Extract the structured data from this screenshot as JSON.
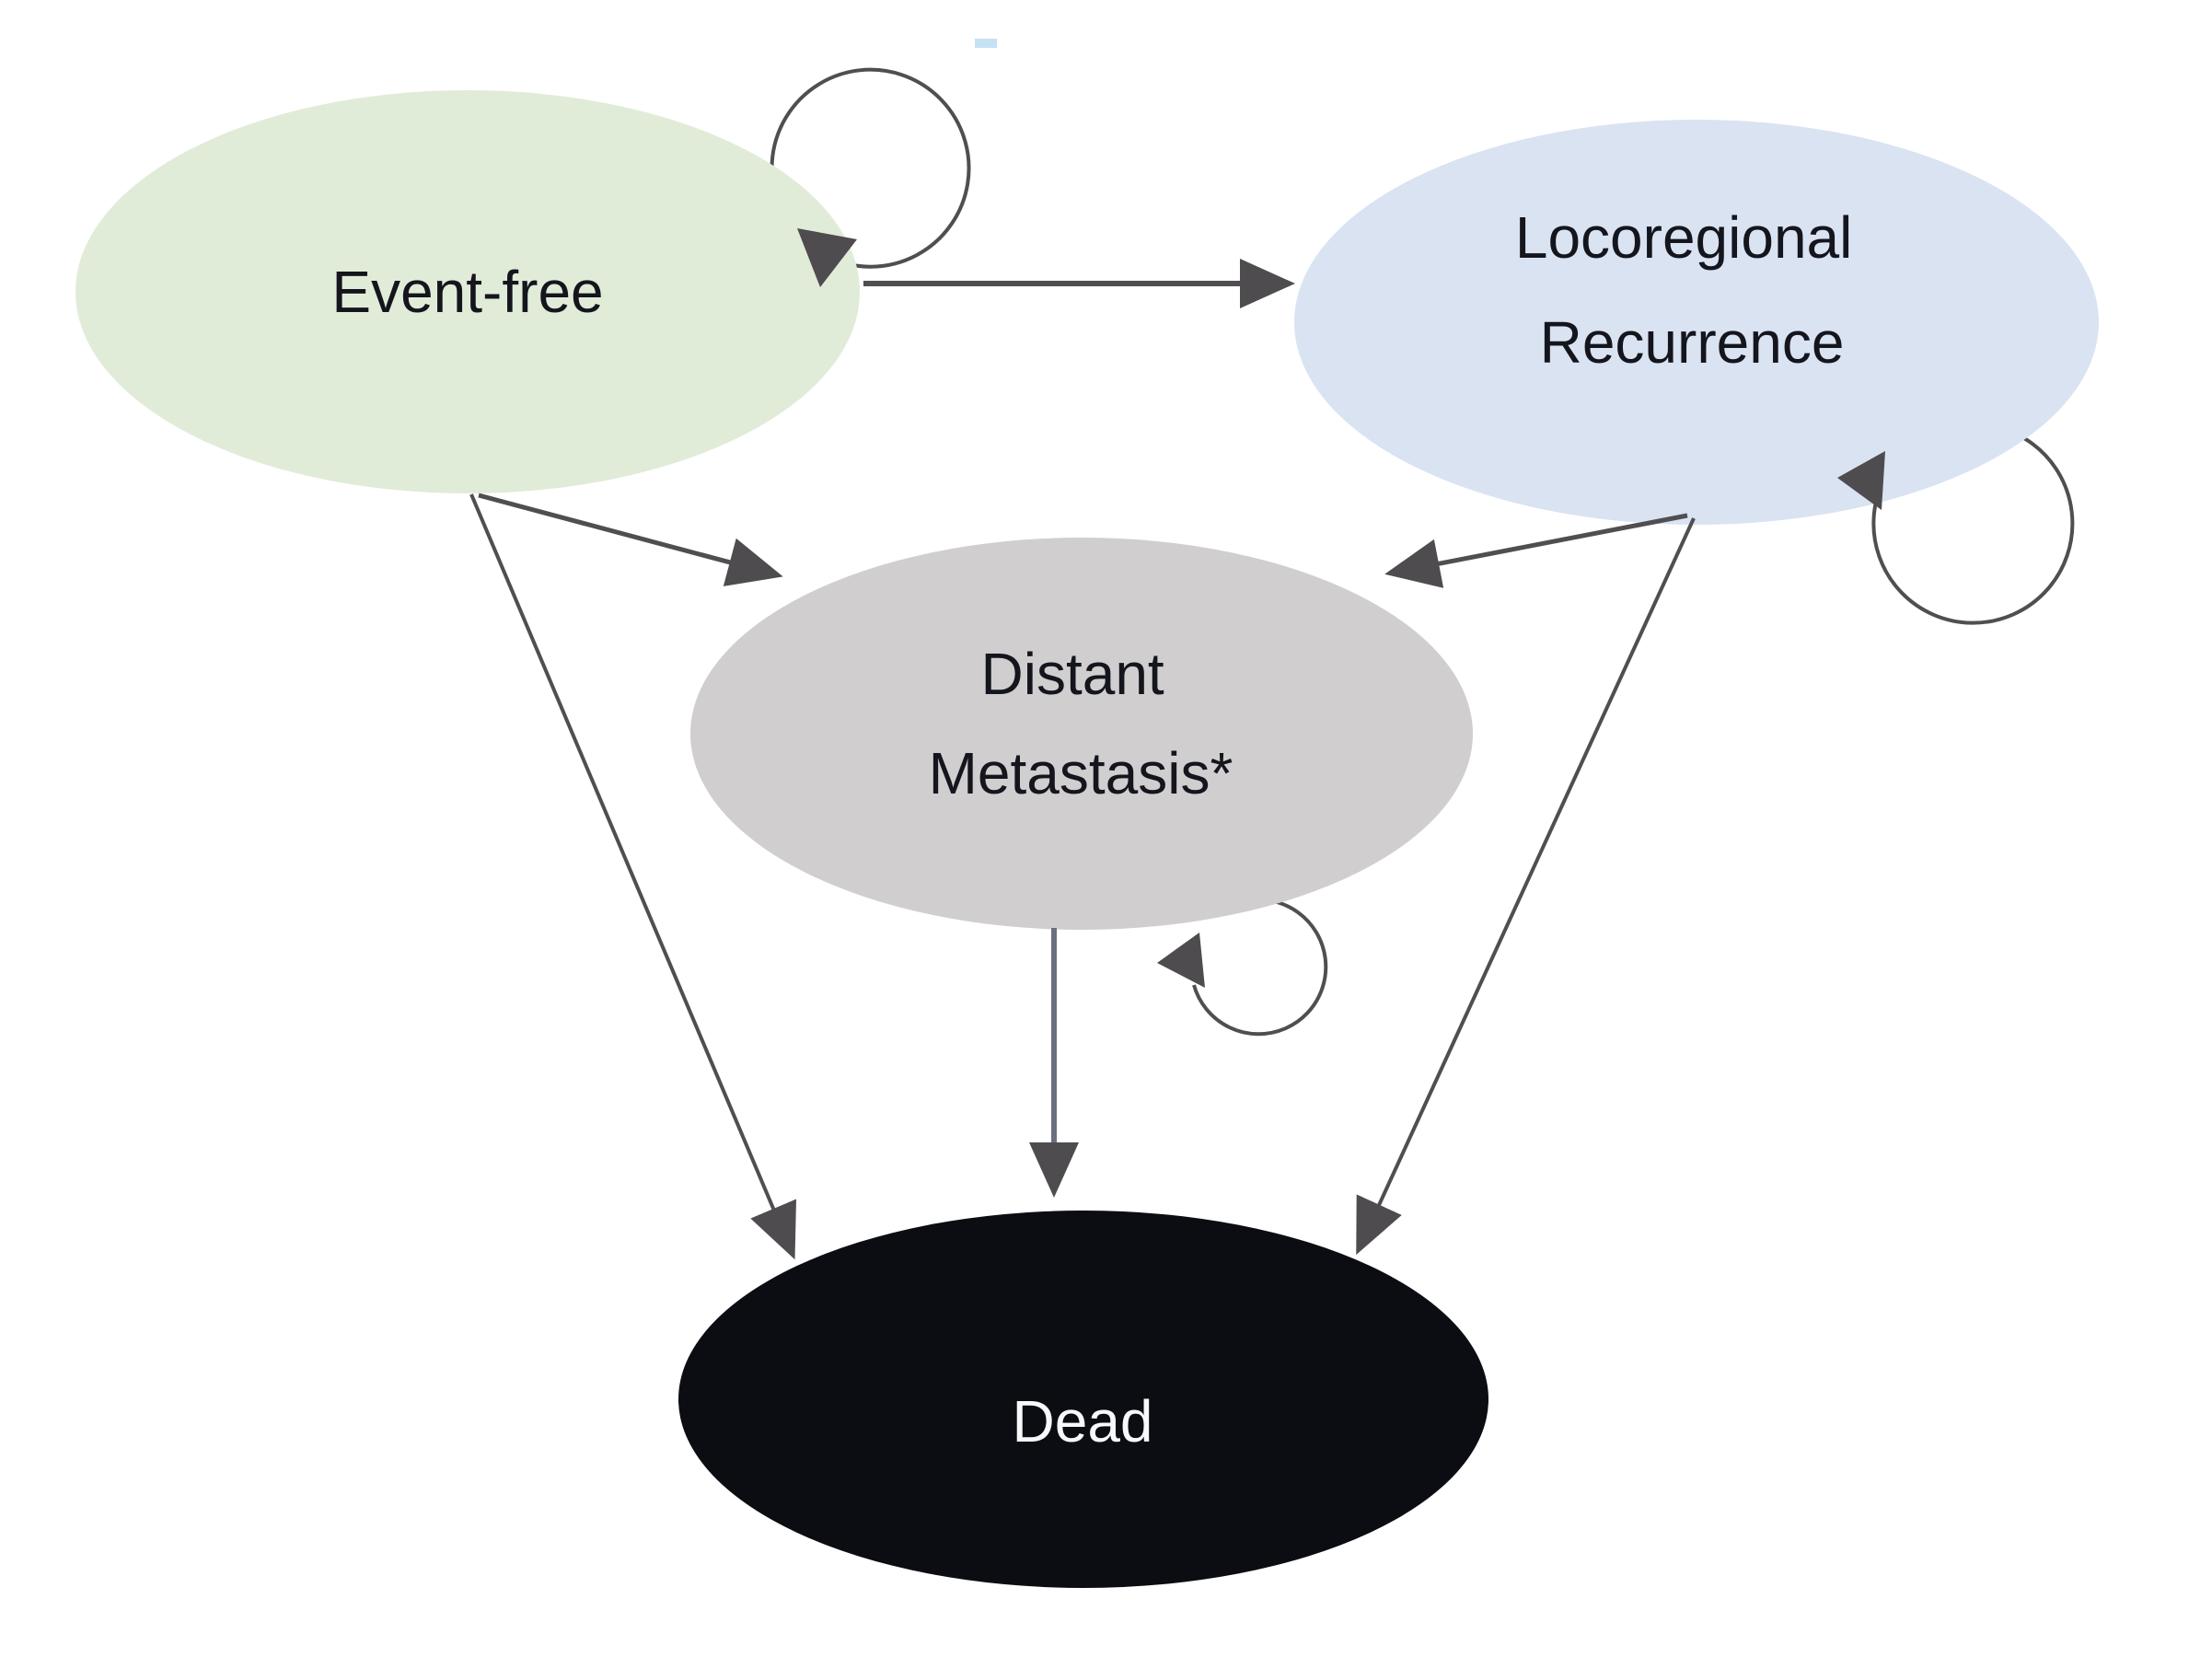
{
  "figure": {
    "type": "state-transition-diagram",
    "background": "#ffffff"
  },
  "nodes": {
    "event_free": {
      "label": "Event-free",
      "fill": "#e1ecd8",
      "text_color": "#15151d"
    },
    "locoregional": {
      "label_line1": "Locoregional",
      "label_line2": "Recurrence",
      "fill": "#dae3f2",
      "text_color": "#15151d"
    },
    "distant_metastasis": {
      "label_line1": "Distant",
      "label_line2": "Metastasis*",
      "fill": "#d0cecf",
      "text_color": "#15151d"
    },
    "dead": {
      "label": "Dead",
      "fill": "#0b0d12",
      "text_color": "#f7f8fa"
    }
  },
  "arrows": {
    "color": "#504e50",
    "head_color": "#4e4c4f",
    "vertical_shaft_color": "#6b7080",
    "edges": [
      {
        "from": "event_free",
        "to": "event_free",
        "kind": "self-loop"
      },
      {
        "from": "event_free",
        "to": "locoregional",
        "kind": "straight"
      },
      {
        "from": "locoregional",
        "to": "locoregional",
        "kind": "self-loop"
      },
      {
        "from": "event_free",
        "to": "distant_metastasis",
        "kind": "straight"
      },
      {
        "from": "locoregional",
        "to": "distant_metastasis",
        "kind": "straight"
      },
      {
        "from": "distant_metastasis",
        "to": "distant_metastasis",
        "kind": "self-loop"
      },
      {
        "from": "event_free",
        "to": "dead",
        "kind": "straight"
      },
      {
        "from": "distant_metastasis",
        "to": "dead",
        "kind": "straight"
      },
      {
        "from": "locoregional",
        "to": "dead",
        "kind": "straight"
      }
    ]
  },
  "artifact": {
    "color": "#c7e1f4"
  }
}
